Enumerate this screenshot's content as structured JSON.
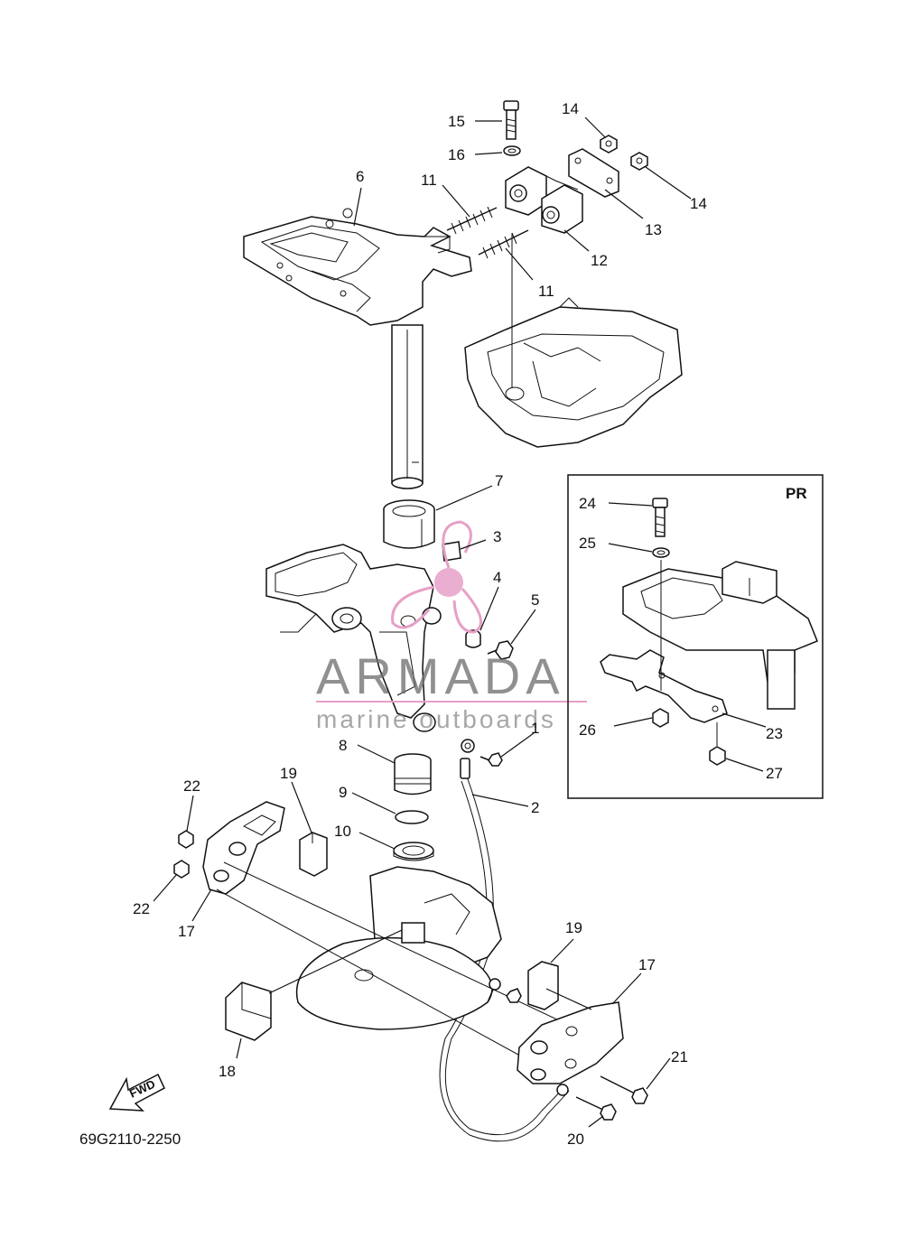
{
  "diagram_code": "69G2110-2250",
  "inset_label": "PR",
  "fwd_label": "FWD",
  "watermark": {
    "title": "ARMADA",
    "subtitle": "marine outboards",
    "accent_color": "#e6a0c8"
  },
  "callouts": [
    "1",
    "2",
    "3",
    "4",
    "5",
    "6",
    "7",
    "8",
    "9",
    "10",
    "11",
    "11",
    "12",
    "13",
    "14",
    "14",
    "15",
    "16",
    "17",
    "17",
    "18",
    "19",
    "19",
    "20",
    "21",
    "22",
    "22",
    "23",
    "24",
    "25",
    "26",
    "27"
  ]
}
